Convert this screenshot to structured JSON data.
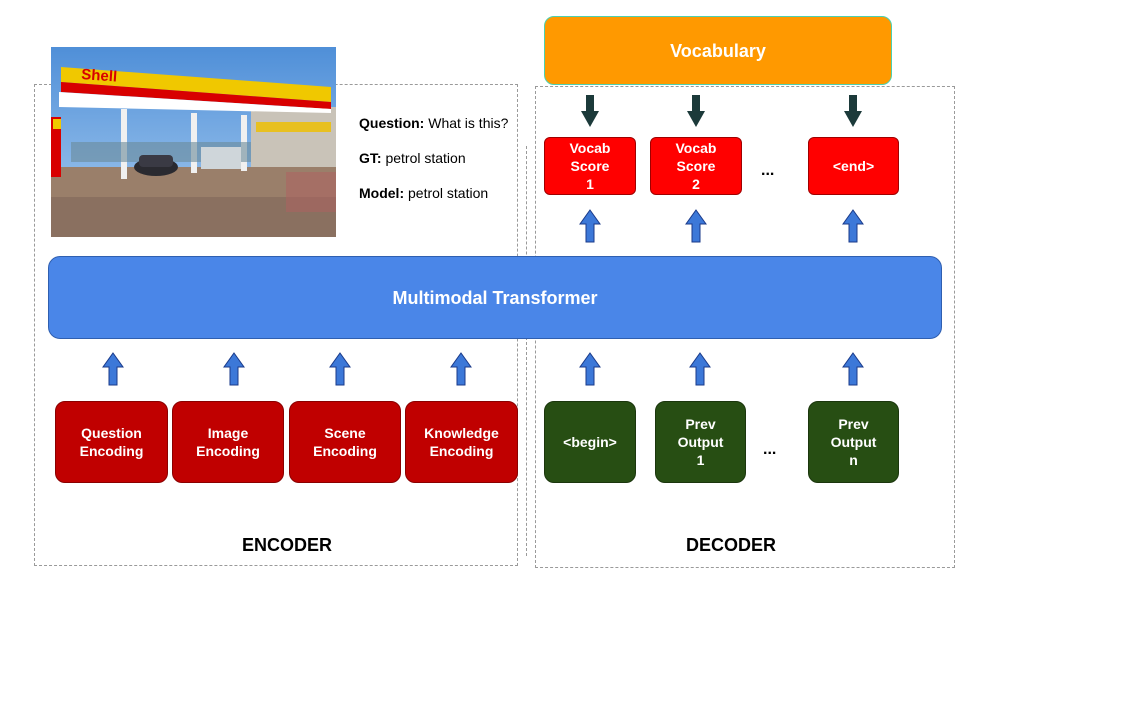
{
  "vocabulary": "Vocabulary",
  "vocab_scores": [
    "Vocab\nScore\n1",
    "Vocab\nScore\n2",
    "<end>"
  ],
  "top_ellipsis": "...",
  "transformer": "Multimodal Transformer",
  "encoder_inputs": [
    "Question\nEncoding",
    "Image\nEncoding",
    "Scene\nEncoding",
    "Knowledge\nEncoding"
  ],
  "decoder_inputs": [
    "<begin>",
    "Prev\nOutput\n1",
    "Prev\nOutput\nn"
  ],
  "bottom_ellipsis": "...",
  "encoder_label": "ENCODER",
  "decoder_label": "DECODER",
  "qa": {
    "question_label": "Question:",
    "question_text": " What is this?",
    "gt_label": "GT:",
    "gt_text": " petrol station",
    "model_label": "Model:",
    "model_text": " petrol station"
  },
  "photo_text": "Shell",
  "colors": {
    "encoder_box": "#c00000",
    "decoder_box": "#274e13",
    "score_box": "#ff0000",
    "vocab_box": "#ff9900",
    "transformer": "#4a86e8",
    "up_arrow": "#3c78d8",
    "down_arrow": "#1c3a3a"
  }
}
